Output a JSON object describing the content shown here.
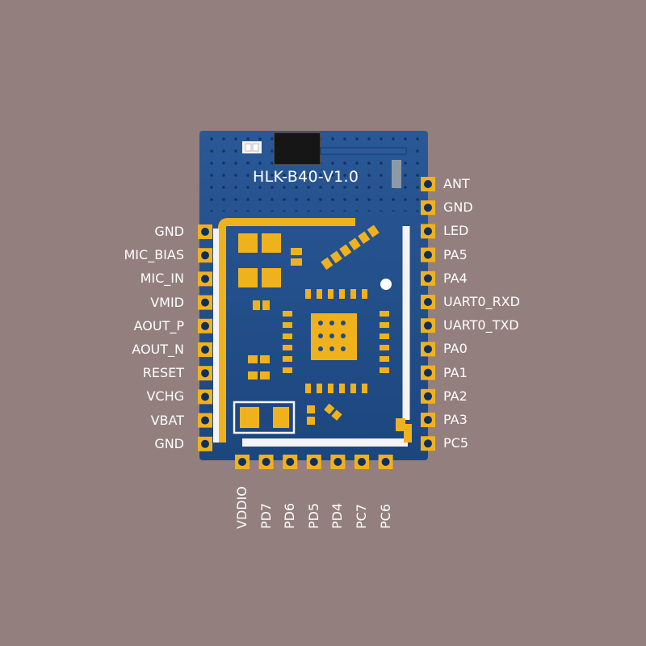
{
  "module": {
    "title": "HLK-B40-V1.0"
  },
  "pins": {
    "left": [
      "GND",
      "MIC_BIAS",
      "MIC_IN",
      "VMID",
      "AOUT_P",
      "AOUT_N",
      "RESET",
      "VCHG",
      "VBAT",
      "GND"
    ],
    "right": [
      "ANT",
      "GND",
      "LED",
      "PA5",
      "PA4",
      "UART0_RXD",
      "UART0_TXD",
      "PA0",
      "PA1",
      "PA2",
      "PA3",
      "PC5"
    ],
    "bottom": [
      "VDDIO",
      "PD7",
      "PD6",
      "PD5",
      "PD4",
      "PC7",
      "PC6"
    ]
  },
  "colors": {
    "background": "#937f7d",
    "pcb": "#1f4c86",
    "pad": "#f0b21c",
    "silkscreen": "#ffffff",
    "label": "#ffffff"
  }
}
